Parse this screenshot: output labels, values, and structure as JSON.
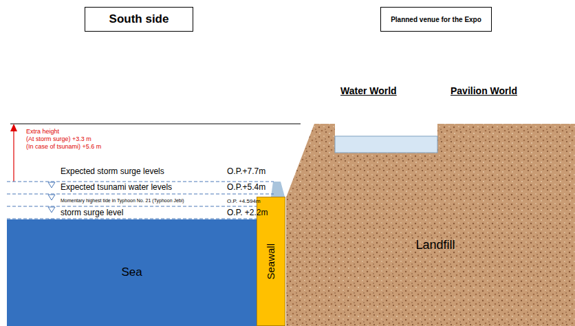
{
  "diagram": {
    "nodes": [
      {
        "text": [
          "South side"
        ]
      },
      {
        "text": [
          "Planned venue for the Expo"
        ]
      },
      {
        "text": [
          "Sea"
        ]
      },
      {
        "text": [
          "Seawall"
        ]
      },
      {
        "text": [
          "Landfill"
        ]
      }
    ],
    "labels": [
      "Water World",
      "Pavilion World",
      "Extra height",
      "(At storm surge) +3.3 m",
      "(In case of tsunami) +5.6 m",
      "Expected storm surge levels",
      "O.P.+7.7m",
      "Expected tsunami water levels",
      "O.P.+5.4m",
      "Momentary highest tide in Typhoon No. 21 (Typhoon Jebi)",
      "O.P. +4.594m",
      "storm surge level",
      "O.P. +2.2m"
    ]
  }
}
